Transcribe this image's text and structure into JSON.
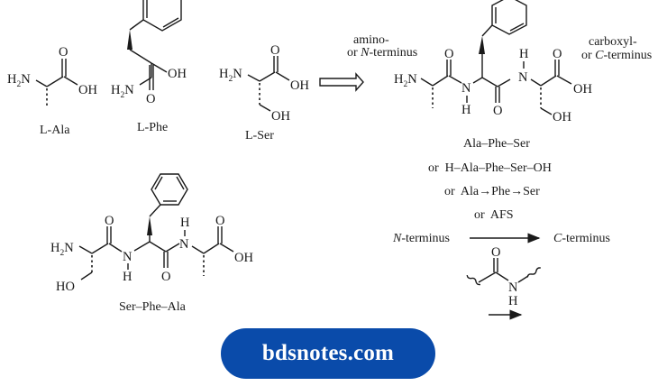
{
  "monomers": [
    {
      "name": "L-Ala",
      "amine": "H2N",
      "carbonyl_o": "O",
      "hydroxyl": "OH"
    },
    {
      "name": "L-Phe",
      "amine": "H2N",
      "carbonyl_o": "O",
      "hydroxyl": "OH"
    },
    {
      "name": "L-Ser",
      "amine": "H2N",
      "carbonyl_o": "O",
      "hydroxyl": "OH",
      "side_chain": "OH"
    }
  ],
  "tripeptide_1": {
    "name": "Ala–Phe–Ser",
    "n_terminus_label_line1": "amino-",
    "n_terminus_label_line2_prefix": "or ",
    "n_terminus_label_line2_italic": "N",
    "n_terminus_label_line2_suffix": "-terminus",
    "c_terminus_label_line1": "carboxyl-",
    "c_terminus_label_line2_prefix": "or ",
    "c_terminus_label_line2_italic": "C",
    "c_terminus_label_line2_suffix": "-terminus",
    "atoms": {
      "amine": "H2N",
      "o1": "O",
      "n1": "N",
      "h1": "H",
      "o2": "O",
      "h2": "H",
      "n2": "N",
      "o3": "O",
      "oh": "OH",
      "side_oh": "OH"
    },
    "alt_names": [
      "or  H–Ala–Phe–Ser–OH",
      "or  Ala→Phe→Ser",
      "or  AFS"
    ],
    "direction": {
      "left_italic": "N",
      "left_suffix": "-terminus",
      "right_italic": "C",
      "right_suffix": "-terminus"
    }
  },
  "tripeptide_2": {
    "name": "Ser–Phe–Ala",
    "atoms": {
      "amine": "H2N",
      "ho": "HO",
      "o1": "O",
      "n1": "N",
      "h1": "H",
      "h2": "H",
      "n2": "N",
      "o2": "O",
      "o3": "O",
      "oh": "OH"
    }
  },
  "peptide_bond": {
    "o": "O",
    "n": "N",
    "h": "H"
  },
  "watermark": {
    "text": "bdsnotes.com",
    "color": "#0a4baa"
  }
}
